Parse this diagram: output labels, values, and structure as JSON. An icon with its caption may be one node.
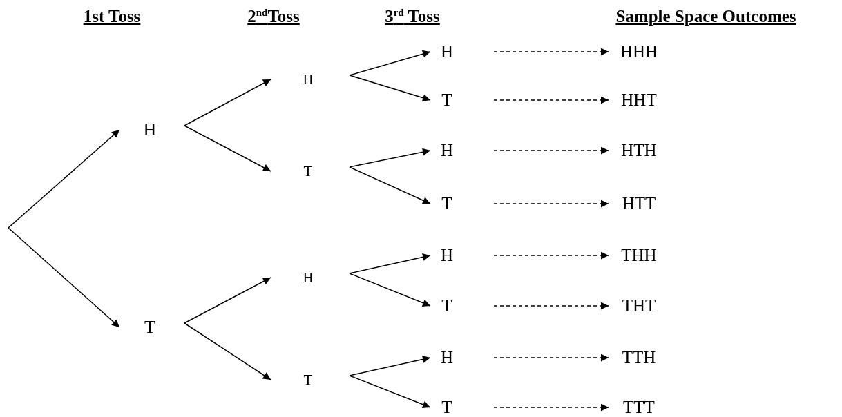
{
  "diagram": {
    "nodes": [
      {
        "text": [
          "H"
        ]
      },
      {
        "text": [
          "T"
        ]
      },
      {
        "text": [
          "H"
        ]
      },
      {
        "text": [
          "T"
        ]
      },
      {
        "text": [
          "H"
        ]
      },
      {
        "text": [
          "T"
        ]
      },
      {
        "text": [
          "H"
        ]
      },
      {
        "text": [
          "T"
        ]
      },
      {
        "text": [
          "H"
        ]
      },
      {
        "text": [
          "T"
        ]
      },
      {
        "text": [
          "H"
        ]
      },
      {
        "text": [
          "T"
        ]
      },
      {
        "text": [
          "H"
        ]
      },
      {
        "text": [
          "T"
        ]
      },
      {
        "text": [
          "HHH"
        ]
      },
      {
        "text": [
          "HHT"
        ]
      },
      {
        "text": [
          "HTH"
        ]
      },
      {
        "text": [
          "HTT"
        ]
      },
      {
        "text": [
          "THH"
        ]
      },
      {
        "text": [
          "THT"
        ]
      },
      {
        "text": [
          "TTH"
        ]
      },
      {
        "text": [
          "TTT"
        ]
      }
    ],
    "edges": [
      {
        "from": null,
        "to": 0,
        "arrow": "to"
      },
      {
        "from": null,
        "to": 1,
        "arrow": "to"
      },
      {
        "from": 0,
        "to": 2,
        "arrow": "to"
      },
      {
        "from": 0,
        "to": 3,
        "arrow": "to"
      },
      {
        "from": 1,
        "to": 4,
        "arrow": "to"
      },
      {
        "from": 1,
        "to": 5,
        "arrow": "to"
      },
      {
        "from": 2,
        "to": 6,
        "arrow": "to"
      },
      {
        "from": 2,
        "to": 7,
        "arrow": "to"
      },
      {
        "from": 3,
        "to": 8,
        "arrow": "to"
      },
      {
        "from": 3,
        "to": 9,
        "arrow": "to"
      },
      {
        "from": 4,
        "to": 10,
        "arrow": "to"
      },
      {
        "from": 4,
        "to": 11,
        "arrow": "to"
      },
      {
        "from": 5,
        "to": 12,
        "arrow": "to"
      },
      {
        "from": 5,
        "to": 13,
        "arrow": "to"
      },
      {
        "from": 6,
        "to": 14,
        "arrow": "to",
        "style": "dashed"
      },
      {
        "from": 7,
        "to": 15,
        "arrow": "to",
        "style": "dashed"
      },
      {
        "from": 8,
        "to": 16,
        "arrow": "to",
        "style": "dashed"
      },
      {
        "from": 9,
        "to": 17,
        "arrow": "to",
        "style": "dashed"
      },
      {
        "from": 10,
        "to": 18,
        "arrow": "to",
        "style": "dashed"
      },
      {
        "from": 11,
        "to": 19,
        "arrow": "to",
        "style": "dashed"
      },
      {
        "from": 12,
        "to": 20,
        "arrow": "to",
        "style": "dashed"
      },
      {
        "from": 13,
        "to": 21,
        "arrow": "to",
        "style": "dashed"
      }
    ],
    "labels": [
      "1st Toss",
      "2$^{nd}$Toss",
      "3$^{rd}$ Toss",
      "Sample Space Outcomes"
    ]
  }
}
